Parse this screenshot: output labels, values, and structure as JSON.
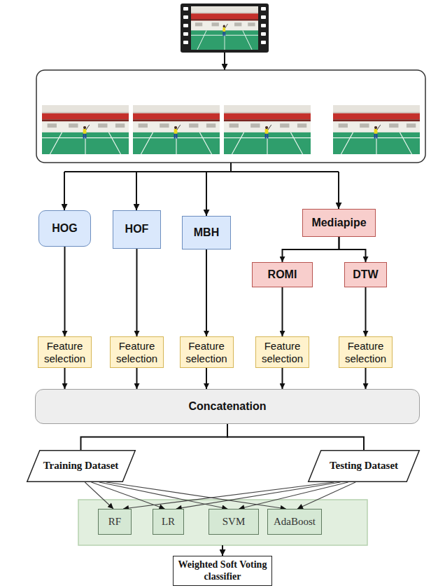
{
  "diagram": {
    "nodes": [
      {
        "text": [
          "HOG"
        ]
      },
      {
        "text": [
          "HOF"
        ]
      },
      {
        "text": [
          "MBH"
        ]
      },
      {
        "text": [
          "Mediapipe"
        ]
      },
      {
        "text": [
          "ROMI"
        ]
      },
      {
        "text": [
          "DTW"
        ]
      },
      {
        "text": [
          "Feature selection"
        ]
      },
      {
        "text": [
          "Feature selection"
        ]
      },
      {
        "text": [
          "Feature selection"
        ]
      },
      {
        "text": [
          "Feature selection"
        ]
      },
      {
        "text": [
          "Feature selection"
        ]
      },
      {
        "text": [
          "Concatenation"
        ]
      },
      {
        "text": [
          "Training Dataset"
        ]
      },
      {
        "text": [
          "Testing Dataset"
        ]
      },
      {
        "text": [
          "RF"
        ]
      },
      {
        "text": [
          "LR"
        ]
      },
      {
        "text": [
          "SVM"
        ]
      },
      {
        "text": [
          "AdaBoost"
        ]
      },
      {
        "text": [
          "Weighted Soft Voting classifier"
        ]
      }
    ],
    "edges": [
      {
        "from": 3,
        "to": 4,
        "arrow": "to"
      },
      {
        "from": 3,
        "to": 5,
        "arrow": "to"
      },
      {
        "from": 0,
        "to": 6,
        "arrow": "to"
      },
      {
        "from": 1,
        "to": 7,
        "arrow": "to"
      },
      {
        "from": 2,
        "to": 8,
        "arrow": "to"
      },
      {
        "from": 4,
        "to": 9,
        "arrow": "to"
      },
      {
        "from": 5,
        "to": 10,
        "arrow": "to"
      },
      {
        "from": 6,
        "to": 11,
        "arrow": "to"
      },
      {
        "from": 7,
        "to": 11,
        "arrow": "to"
      },
      {
        "from": 8,
        "to": 11,
        "arrow": "to"
      },
      {
        "from": 9,
        "to": 11,
        "arrow": "to"
      },
      {
        "from": 10,
        "to": 11,
        "arrow": "to"
      },
      {
        "from": 11,
        "to": 12,
        "arrow": "none"
      },
      {
        "from": 11,
        "to": 13,
        "arrow": "none"
      },
      {
        "from": 12,
        "to": 14,
        "arrow": "to"
      },
      {
        "from": 12,
        "to": 15,
        "arrow": "to"
      },
      {
        "from": 12,
        "to": 16,
        "arrow": "to"
      },
      {
        "from": 12,
        "to": 17,
        "arrow": "to"
      },
      {
        "from": 13,
        "to": 14,
        "arrow": "to"
      },
      {
        "from": 13,
        "to": 15,
        "arrow": "to"
      },
      {
        "from": 13,
        "to": 16,
        "arrow": "to"
      },
      {
        "from": 13,
        "to": 17,
        "arrow": "to"
      }
    ]
  }
}
